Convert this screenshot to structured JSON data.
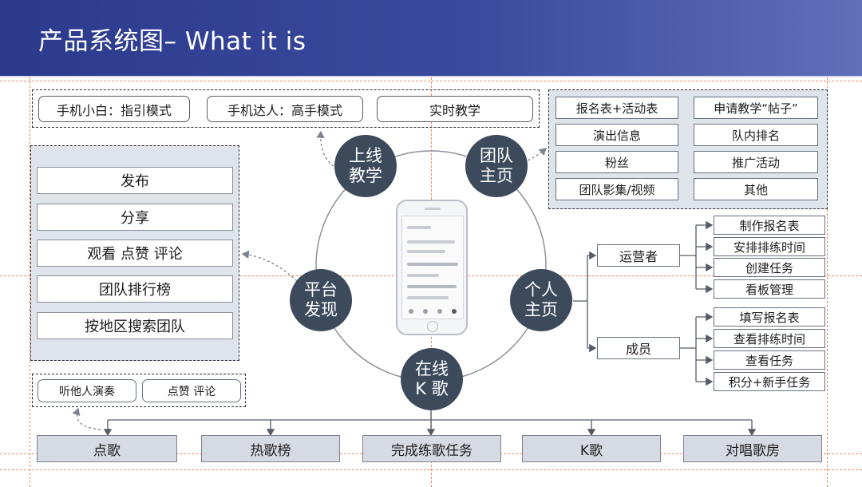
{
  "header": {
    "title": "产品系统图– What it is"
  },
  "top_modes": [
    "手机小白：指引模式",
    "手机达人：高手模式",
    "实时教学"
  ],
  "left_panel": [
    "发布",
    "分享",
    "观看 点赞 评论",
    "团队排行榜",
    "按地区搜索团队"
  ],
  "small_panel": [
    "听他人演奏",
    "点赞 评论"
  ],
  "team_panel": [
    "报名表+活动表",
    "申请教学“帖子”",
    "演出信息",
    "队内排名",
    "粉丝",
    "推广活动",
    "团队影集/视频",
    "其他"
  ],
  "circles": {
    "online_teaching": [
      "上线",
      "教学"
    ],
    "team_home": [
      "团队",
      "主页"
    ],
    "platform": [
      "平台",
      "发现"
    ],
    "personal": [
      "个人",
      "主页"
    ],
    "karaoke": [
      "在线",
      "K 歌"
    ]
  },
  "roles": {
    "operator": {
      "label": "运营者",
      "tasks": [
        "制作报名表",
        "安排排练时间",
        "创建任务",
        "看板管理"
      ]
    },
    "member": {
      "label": "成员",
      "tasks": [
        "填写报名表",
        "查看排练时间",
        "查看任务",
        "积分+新手任务"
      ]
    }
  },
  "bottom_items": [
    "点歌",
    "热歌榜",
    "完成练歌任务",
    "K歌",
    "对唱歌房"
  ],
  "colors": {
    "header": "#2c3a8c",
    "node": "#3c4a5c",
    "panel_fill": "#dfe3ea",
    "guide": "#f08a5d"
  }
}
